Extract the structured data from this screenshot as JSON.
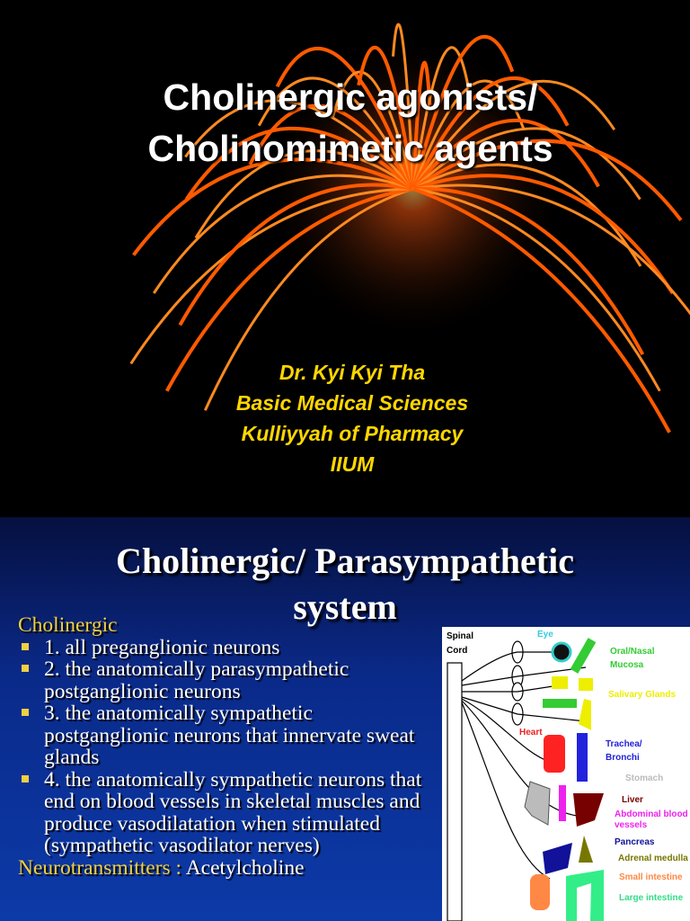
{
  "slide1": {
    "title_lines": [
      "Cholinergic agonists/",
      "Cholinomimetic agents"
    ],
    "author_lines": [
      "Dr. Kyi Kyi Tha",
      "Basic Medical Sciences",
      "Kulliyyah of Pharmacy",
      "IIUM"
    ],
    "colors": {
      "background": "#000000",
      "title": "#ffffff",
      "subtitle": "#ffd700",
      "burst": "#ff6a00"
    }
  },
  "slide2": {
    "title_lines": [
      "Cholinergic/ Parasympathetic",
      "system"
    ],
    "heading": "Cholinergic",
    "bullets": [
      "1. all preganglionic neurons",
      "2. the anatomically parasympathetic postganglionic neurons",
      "3. the anatomically sympathetic postganglionic neurons that innervate sweat glands",
      "4. the anatomically sympathetic neurons that end on blood vessels in skeletal muscles and produce vasodilatation when stimulated (sympathetic vasodilator nerves)"
    ],
    "footer_label": "Neurotransmitters :",
    "footer_value": "Acetylcholine",
    "diagram_labels": {
      "spinal": "Spinal",
      "cord": "Cord",
      "eye": "Eye",
      "oral1": "Oral/Nasal",
      "oral2": "Mucosa",
      "salivary": "Salivary Glands",
      "heart": "Heart",
      "trachea1": "Trachea/",
      "trachea2": "Bronchi",
      "stomach": "Stomach",
      "liver": "Liver",
      "abd1": "Abdominal blood",
      "abd2": "vessels",
      "pancreas": "Pancreas",
      "adrenal": "Adrenal medulla",
      "small": "Small intestine",
      "large": "Large intestine"
    },
    "colors": {
      "background": "#0a2a8a",
      "text": "#ffffff",
      "accent": "#f0d040"
    }
  }
}
